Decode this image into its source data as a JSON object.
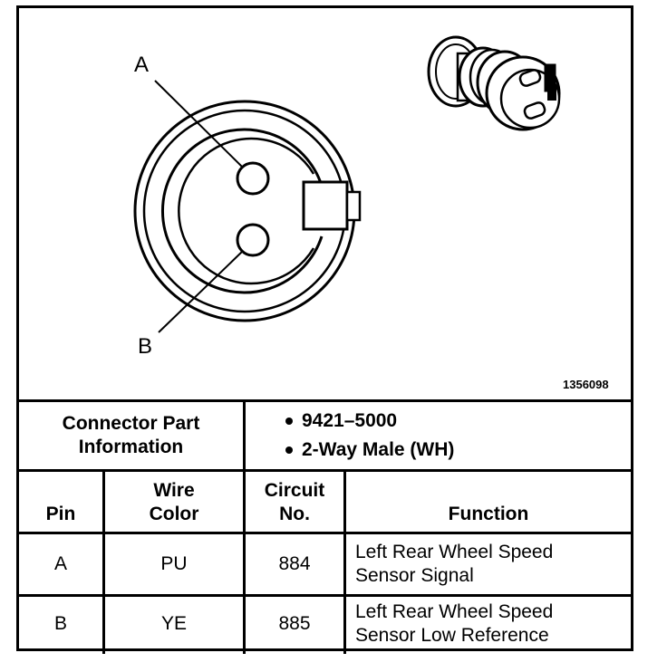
{
  "figure": {
    "pin_a_label": "A",
    "pin_b_label": "B",
    "figure_number": "1356098"
  },
  "connector_info": {
    "label": "Connector Part Information",
    "items": [
      "9421–5000",
      "2-Way Male (WH)"
    ]
  },
  "table": {
    "headers": {
      "pin": "Pin",
      "wire_color": "Wire Color",
      "circuit_no": "Circuit No.",
      "function": "Function"
    },
    "rows": [
      {
        "pin": "A",
        "wire_color": "PU",
        "circuit_no": "884",
        "function": "Left Rear Wheel Speed Sensor Signal"
      },
      {
        "pin": "B",
        "wire_color": "YE",
        "circuit_no": "885",
        "function": "Left Rear Wheel Speed Sensor Low Reference"
      }
    ]
  }
}
